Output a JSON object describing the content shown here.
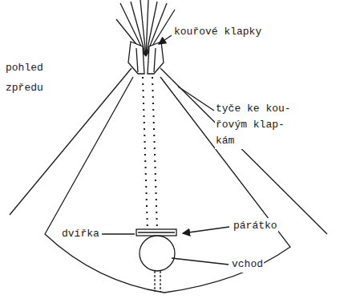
{
  "diagram": {
    "labels": [
      "kouřové klapky",
      "pohled zpředu",
      "tyče ke kou- řovým klap- kám",
      "dvířka",
      "párátko",
      "vchod"
    ]
  }
}
